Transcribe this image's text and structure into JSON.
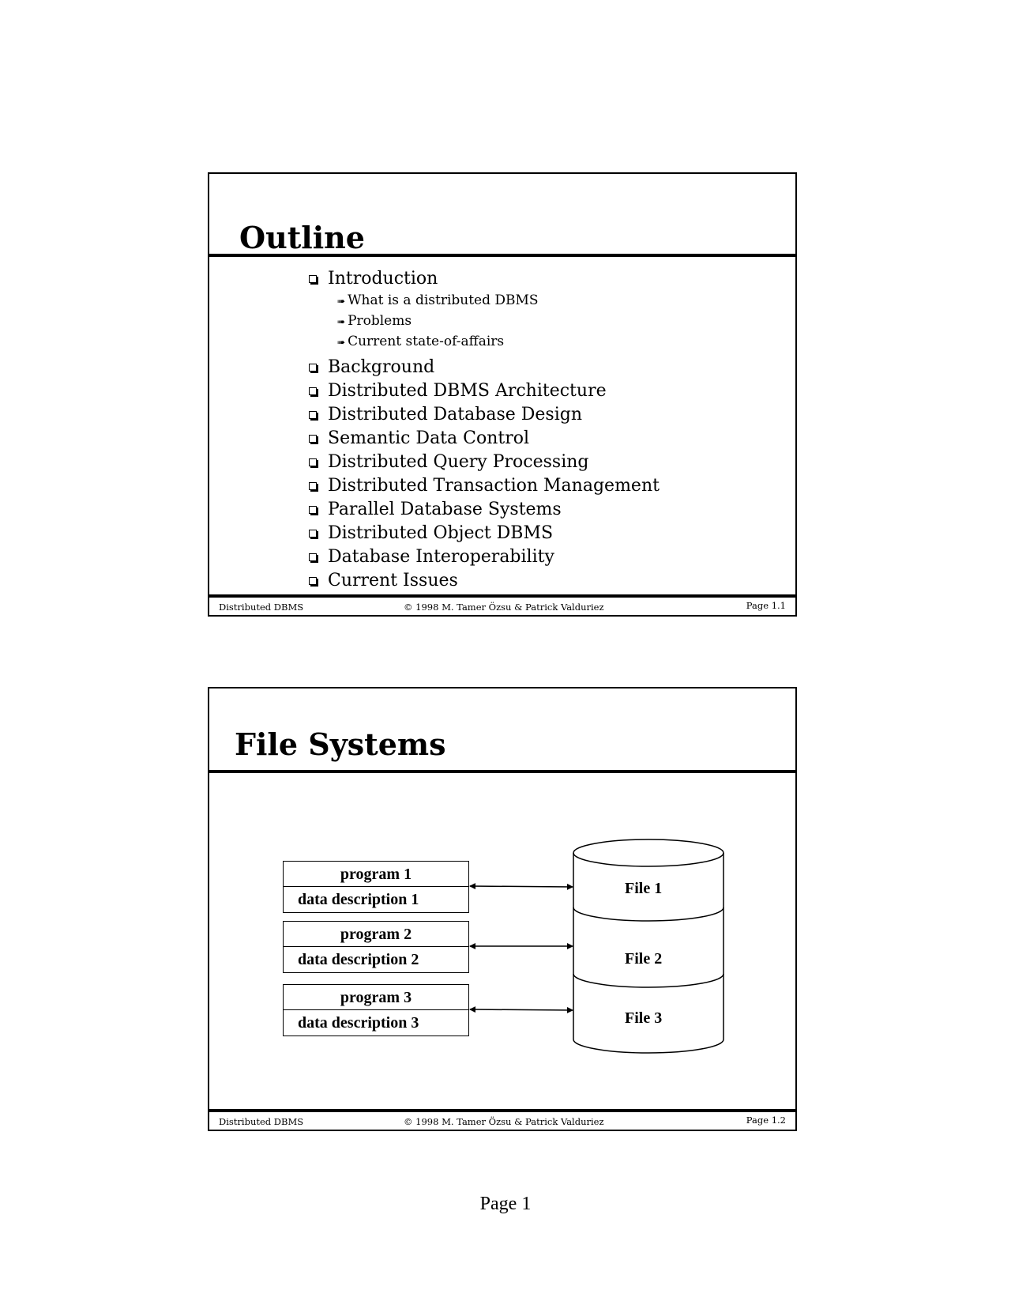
{
  "slide1": {
    "title": "Outline",
    "items": [
      {
        "label": "Introduction",
        "sub": [
          "What is a distributed DBMS",
          "Problems",
          "Current state-of-affairs"
        ]
      },
      {
        "label": "Background"
      },
      {
        "label": "Distributed DBMS Architecture"
      },
      {
        "label": "Distributed Database Design"
      },
      {
        "label": "Semantic Data Control"
      },
      {
        "label": "Distributed Query Processing"
      },
      {
        "label": "Distributed Transaction Management"
      },
      {
        "label": "Parallel Database Systems"
      },
      {
        "label": "Distributed Object DBMS"
      },
      {
        "label": "Database Interoperability"
      },
      {
        "label": "Current Issues"
      }
    ],
    "footer": {
      "left": "Distributed DBMS",
      "center": "© 1998 M. Tamer Özsu & Patrick Valduriez",
      "right": "Page 1.1"
    }
  },
  "slide2": {
    "title": "File Systems",
    "programs": [
      {
        "program": "program 1",
        "description": "data description 1"
      },
      {
        "program": "program 2",
        "description": "data description 2"
      },
      {
        "program": "program 3",
        "description": "data description 3"
      }
    ],
    "files": [
      "File 1",
      "File 2",
      "File 3"
    ],
    "footer": {
      "left": "Distributed DBMS",
      "center": "© 1998 M. Tamer Özsu & Patrick Valduriez",
      "right": "Page 1.2"
    }
  },
  "page_label": "Page 1"
}
